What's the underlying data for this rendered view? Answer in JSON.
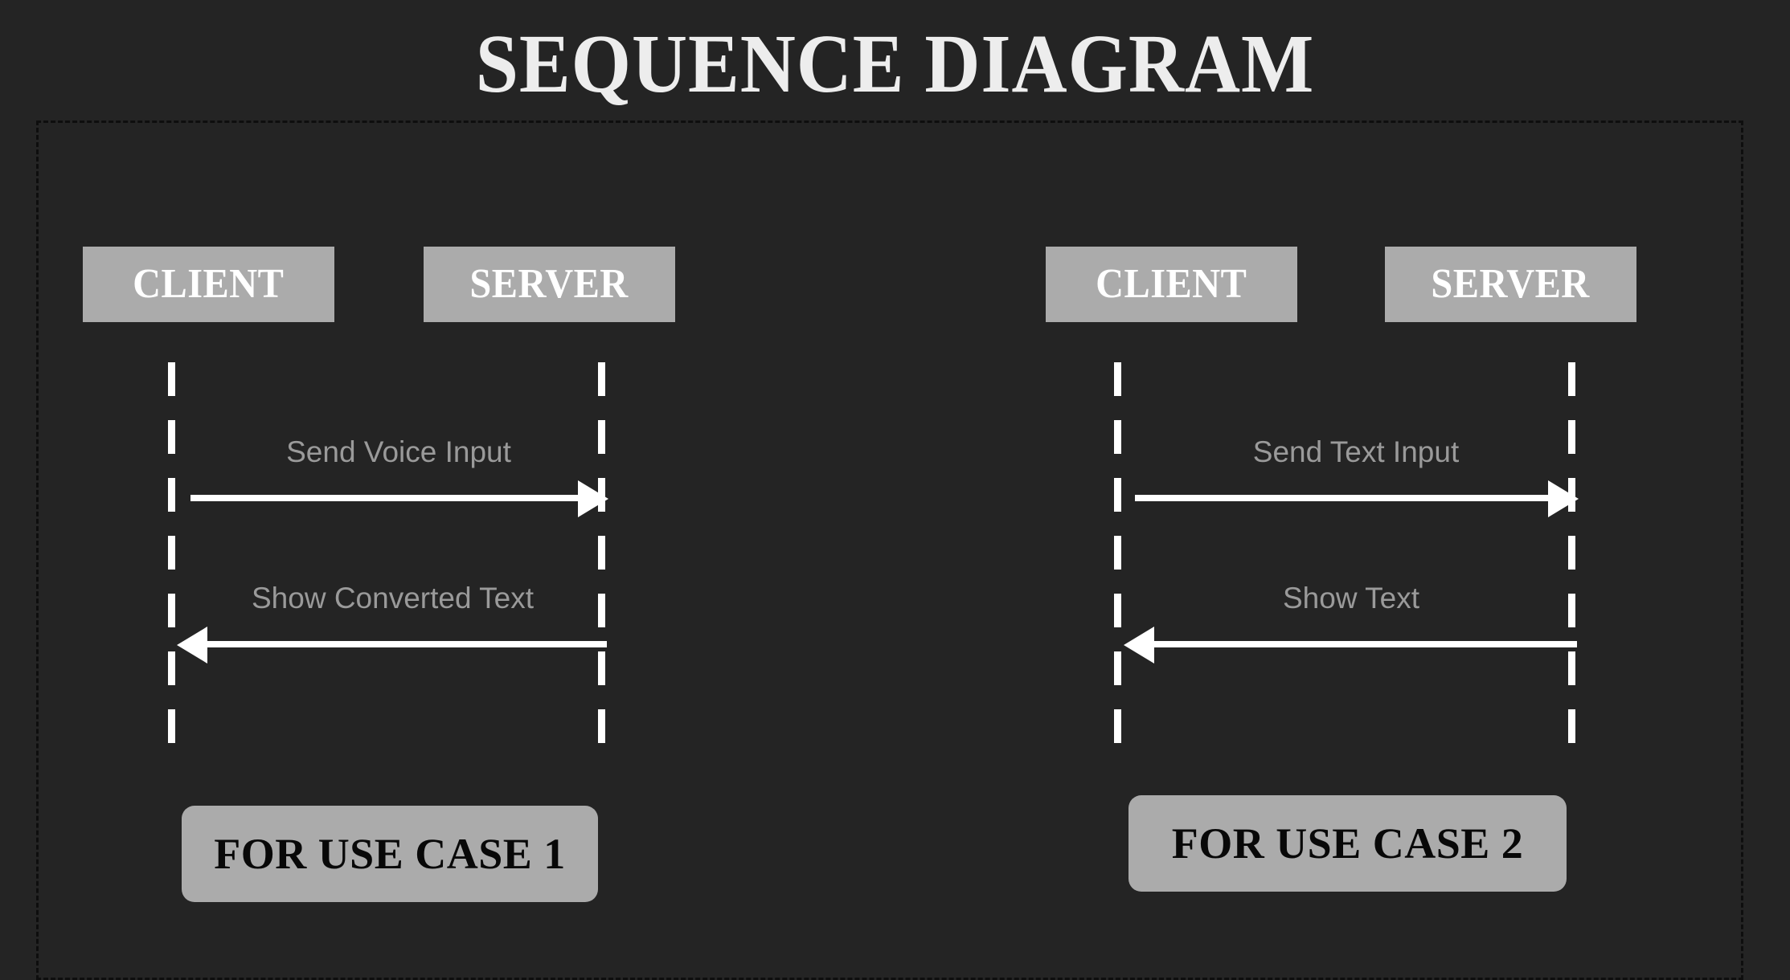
{
  "diagram": {
    "title": "SEQUENCE DIAGRAM",
    "background_color": "#242424",
    "frame_border_color": "#0e0e0e",
    "box_fill_color": "#ababab",
    "lifeline_color": "#ffffff",
    "arrow_color": "#ffffff",
    "message_label_color": "#9a9a9a",
    "title_color": "#ededed",
    "groups": [
      {
        "id": "use-case-1",
        "caption": "FOR USE CASE 1",
        "participants": [
          {
            "id": "client",
            "label": "CLIENT"
          },
          {
            "id": "server",
            "label": "SERVER"
          }
        ],
        "messages": [
          {
            "label": "Send Voice Input",
            "from": "client",
            "to": "server",
            "direction": "right"
          },
          {
            "label": "Show Converted Text",
            "from": "server",
            "to": "client",
            "direction": "left"
          }
        ]
      },
      {
        "id": "use-case-2",
        "caption": "FOR USE CASE 2",
        "participants": [
          {
            "id": "client",
            "label": "CLIENT"
          },
          {
            "id": "server",
            "label": "SERVER"
          }
        ],
        "messages": [
          {
            "label": "Send Text Input",
            "from": "client",
            "to": "server",
            "direction": "right"
          },
          {
            "label": "Show Text",
            "from": "server",
            "to": "client",
            "direction": "left"
          }
        ]
      }
    ]
  }
}
